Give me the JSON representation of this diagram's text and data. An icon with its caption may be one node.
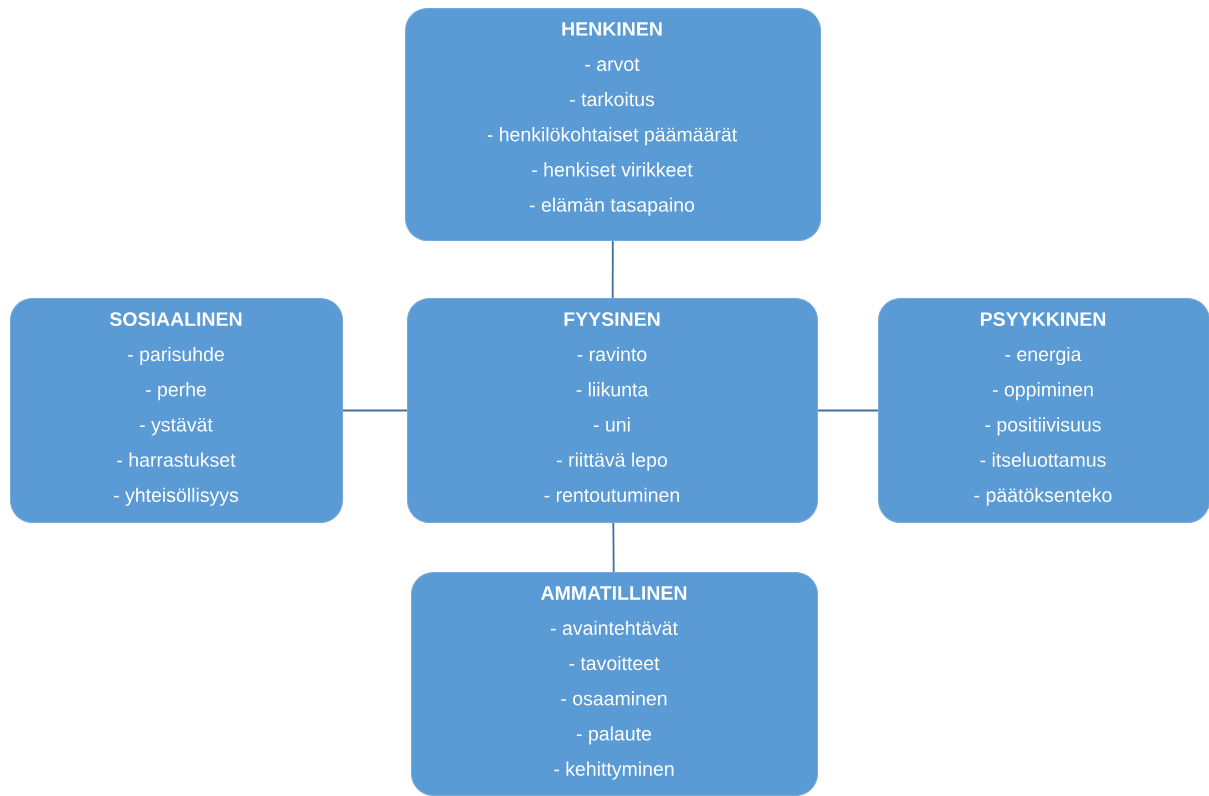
{
  "diagram": {
    "nodes": [
      {
        "text": [
          "HENKINEN",
          "- arvot",
          "- tarkoitus",
          "- henkilökohtaiset päämäärät",
          "- henkiset virikkeet",
          "- elämän tasapaino"
        ]
      },
      {
        "text": [
          "SOSIAALINEN",
          "- parisuhde",
          "- perhe",
          "- ystävät",
          "- harrastukset",
          "- yhteisöllisyys"
        ]
      },
      {
        "text": [
          "FYYSINEN",
          "- ravinto",
          "- liikunta",
          "- uni",
          "- riittävä lepo",
          "- rentoutuminen"
        ]
      },
      {
        "text": [
          "PSYYKKINEN",
          "- energia",
          "- oppiminen",
          "- positiivisuus",
          "- itseluottamus",
          "- päätöksenteko"
        ]
      },
      {
        "text": [
          "AMMATILLINEN",
          "- avaintehtävät",
          "- tavoitteet",
          "- osaaminen",
          "- palaute",
          "- kehittyminen"
        ]
      }
    ],
    "edges": [
      {
        "from": 0,
        "to": 2,
        "arrow": "none"
      },
      {
        "from": 1,
        "to": 2,
        "arrow": "none"
      },
      {
        "from": 2,
        "to": 3,
        "arrow": "none"
      },
      {
        "from": 2,
        "to": 4,
        "arrow": "none"
      }
    ]
  }
}
